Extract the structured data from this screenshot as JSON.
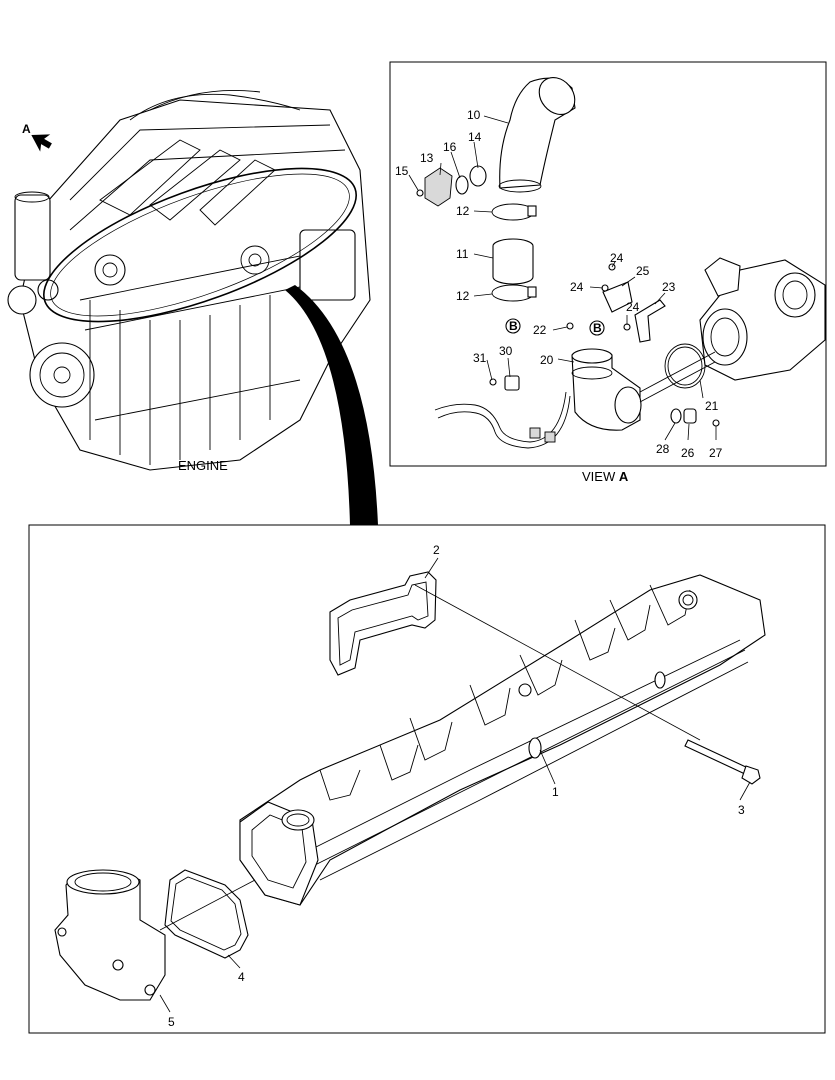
{
  "engine_label": "ENGINE",
  "view_marker": "A",
  "view_caption": {
    "prefix": "VIEW",
    "letter": "A"
  },
  "section_marker": "B",
  "callouts": {
    "c1": "1",
    "c2": "2",
    "c3": "3",
    "c4": "4",
    "c5": "5",
    "c10": "10",
    "c11": "11",
    "c12a": "12",
    "c12b": "12",
    "c13": "13",
    "c14": "14",
    "c15": "15",
    "c16": "16",
    "c20": "20",
    "c21": "21",
    "c22": "22",
    "c23": "23",
    "c24a": "24",
    "c24b": "24",
    "c24c": "24",
    "c25": "25",
    "c26": "26",
    "c27": "27",
    "c28": "28",
    "c30": "30",
    "c31": "31"
  }
}
